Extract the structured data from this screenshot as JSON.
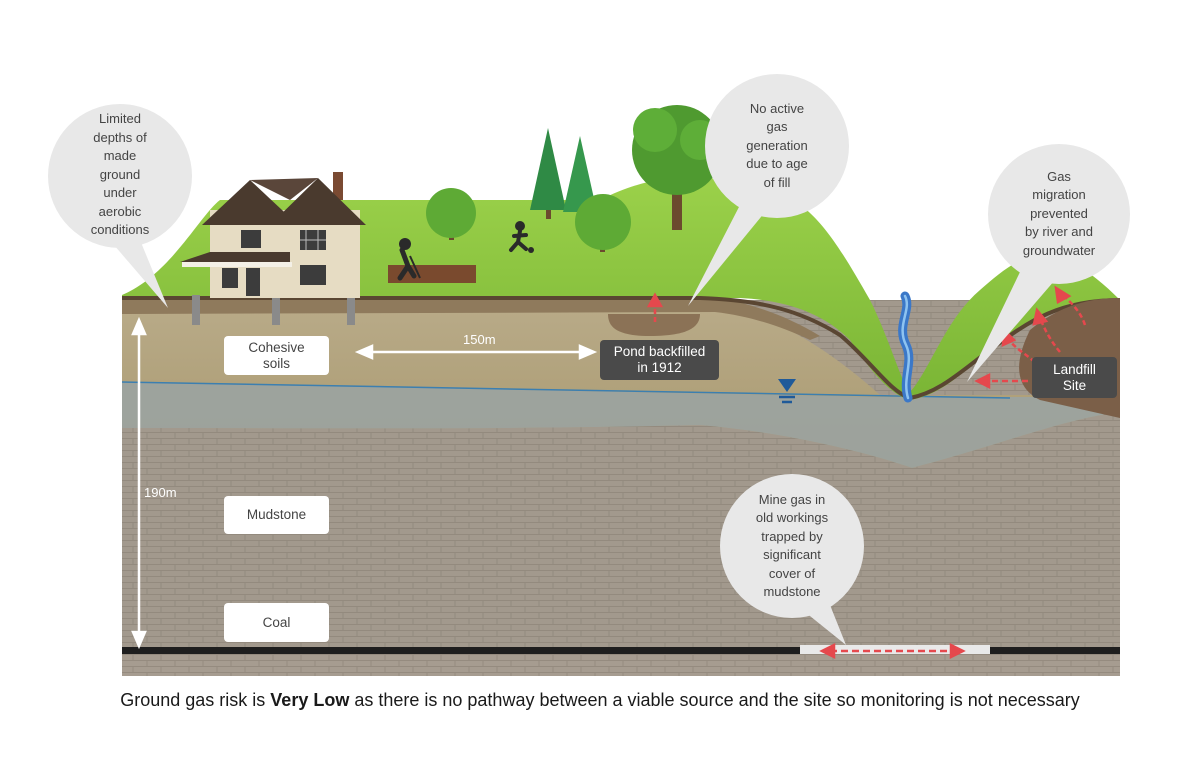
{
  "labels": {
    "cohesive_soils": "Cohesive soils",
    "pond": "Pond backfilled in 1912",
    "mudstone": "Mudstone",
    "coal": "Coal",
    "landfill": "Landfill Site"
  },
  "bubbles": {
    "made_ground": "Limited\ndepths of\nmade\nground\nunder\naerobic\nconditions",
    "gas_generation": "No active\ngas\ngeneration\ndue to age\nof fill",
    "gas_migration": "Gas\nmigration\nprevented\nby river and\ngroundwater",
    "mine_gas": "Mine gas in\nold workings\ntrapped by\nsignificant\ncover of\nmudstone"
  },
  "dimensions": {
    "horizontal": "150m",
    "vertical": "190m"
  },
  "caption": {
    "prefix": "Ground gas risk is",
    "risk_level": "Very Low",
    "suffix": "as there is no pathway between a viable source and the site so monitoring is not necessary"
  },
  "colors": {
    "grass": "#8cc63f",
    "soil_top": "#6e5a45",
    "cohesive_soil": "#b6a886",
    "groundwater": "#9aa3a3",
    "mudstone": "#a49a8e",
    "river": "#3b78c8",
    "gas_arrow": "#e5484d",
    "dark_label": "#4a4a4a"
  },
  "icons": [
    "house-icon",
    "tree-icon",
    "pine-tree-icon",
    "bush-icon",
    "gardener-icon",
    "football-player-icon",
    "water-table-icon"
  ]
}
